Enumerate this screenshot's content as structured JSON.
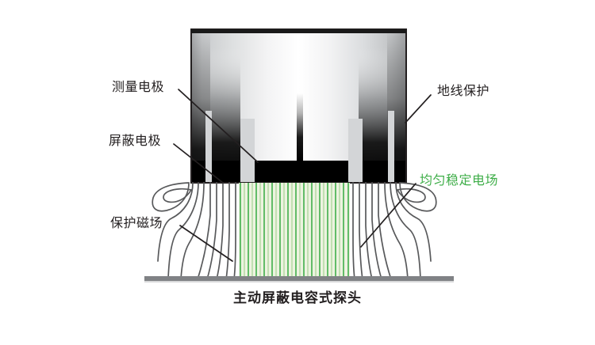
{
  "diagram": {
    "caption": "主动屏蔽电容式探头",
    "labels": {
      "measuring_electrode": "测量电极",
      "shield_electrode": "屏蔽电极",
      "guard_magnetic_field": "保护磁场",
      "ground_shield": "地线保护",
      "uniform_stable_field": "均匀稳定电场"
    },
    "colors": {
      "field_green": "#3fae49",
      "field_green_fill": "#edf3e0",
      "text_dark": "#231f20",
      "ground_gray": "#808285",
      "curved_field_gray": "#58595b",
      "electrode_black": "#000000",
      "body_metal_light": "#f2f2f2",
      "body_metal_mid": "#c7c9cb",
      "body_metal_dark": "#0a0a0a"
    },
    "parts": {
      "probe_body": "probe-housing",
      "green_field_lines": "uniform-electric-field-lines",
      "curved_field_lines": "fringing-guard-field-lines",
      "target_surface": "grounded-target-surface"
    }
  }
}
